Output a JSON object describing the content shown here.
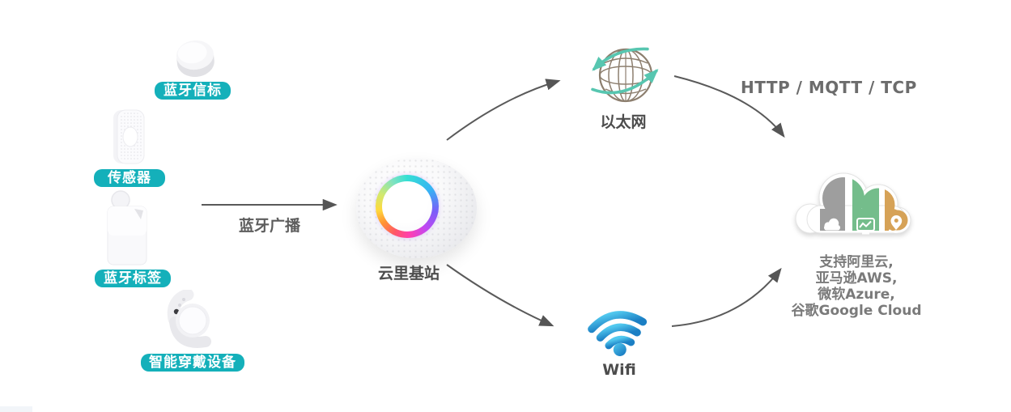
{
  "diagram": {
    "devices": [
      {
        "label": "蓝牙信标"
      },
      {
        "label": "传感器"
      },
      {
        "label": "蓝牙标签"
      },
      {
        "label": "智能穿戴设备"
      }
    ],
    "bluetooth_arrow_label": "蓝牙广播",
    "gateway": {
      "label": "云里基站"
    },
    "ethernet": {
      "label": "以太网"
    },
    "wifi": {
      "label": "Wifi"
    },
    "protocol_label": "HTTP / MQTT / TCP",
    "cloud": {
      "lines": [
        "支持阿里云,",
        "亚马逊AWS,",
        "微软Azure,",
        "谷歌Google Cloud"
      ]
    },
    "colors": {
      "badge_teal": "#14b0ba",
      "arrow_gray": "#5a5a5a",
      "label_dark": "#4d4d4d",
      "cloud_text_gray": "#7a7a7a",
      "wifi_blue": "#2aa7dc",
      "globe_brown": "#8d7f6f",
      "orbit_teal": "#57c6b0",
      "cloud_stripe_gray": "#9e9e9e",
      "cloud_stripe_green": "#74bd8b",
      "cloud_stripe_orange": "#d6a257"
    }
  }
}
